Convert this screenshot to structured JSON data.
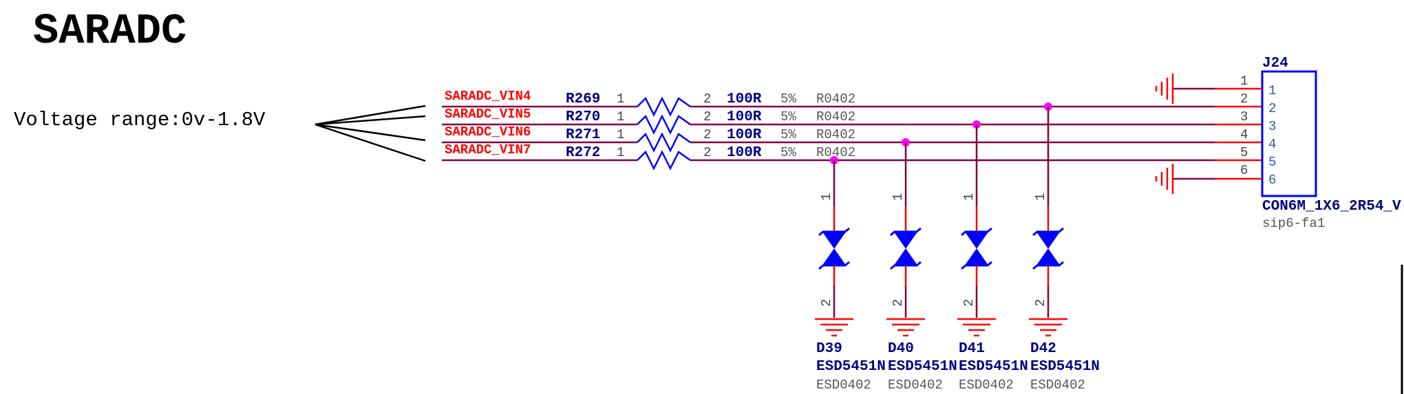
{
  "title": "SARADC",
  "note": "Voltage  range:0v-1.8V",
  "colors": {
    "wire": "#800040",
    "pin_lead": "#ff0000",
    "component": "#0000ff",
    "net_label": "#ff0000",
    "designator": "#000080",
    "junction": "#ff00ff"
  },
  "nets": [
    {
      "name": "SARADC_VIN4"
    },
    {
      "name": "SARADC_VIN5"
    },
    {
      "name": "SARADC_VIN6"
    },
    {
      "name": "SARADC_VIN7"
    }
  ],
  "resistors": [
    {
      "ref": "R269",
      "pin1": "1",
      "pin2": "2",
      "value": "100R",
      "tolerance": "5%",
      "footprint": "R0402"
    },
    {
      "ref": "R270",
      "pin1": "1",
      "pin2": "2",
      "value": "100R",
      "tolerance": "5%",
      "footprint": "R0402"
    },
    {
      "ref": "R271",
      "pin1": "1",
      "pin2": "2",
      "value": "100R",
      "tolerance": "5%",
      "footprint": "R0402"
    },
    {
      "ref": "R272",
      "pin1": "1",
      "pin2": "2",
      "value": "100R",
      "tolerance": "5%",
      "footprint": "R0402"
    }
  ],
  "diodes": [
    {
      "ref": "D39",
      "part": "ESD5451N",
      "footprint": "ESD0402",
      "pin1": "1",
      "pin2": "2"
    },
    {
      "ref": "D40",
      "part": "ESD5451N",
      "footprint": "ESD0402",
      "pin1": "1",
      "pin2": "2"
    },
    {
      "ref": "D41",
      "part": "ESD5451N",
      "footprint": "ESD0402",
      "pin1": "1",
      "pin2": "2"
    },
    {
      "ref": "D42",
      "part": "ESD5451N",
      "footprint": "ESD0402",
      "pin1": "1",
      "pin2": "2"
    }
  ],
  "connector": {
    "ref": "J24",
    "part": "CON6M_1X6_2R54_V",
    "footprint": "sip6-fa1",
    "outer_pins": [
      "1",
      "2",
      "3",
      "4",
      "5",
      "6"
    ],
    "inner_pins": [
      "1",
      "2",
      "3",
      "4",
      "5",
      "6"
    ]
  }
}
